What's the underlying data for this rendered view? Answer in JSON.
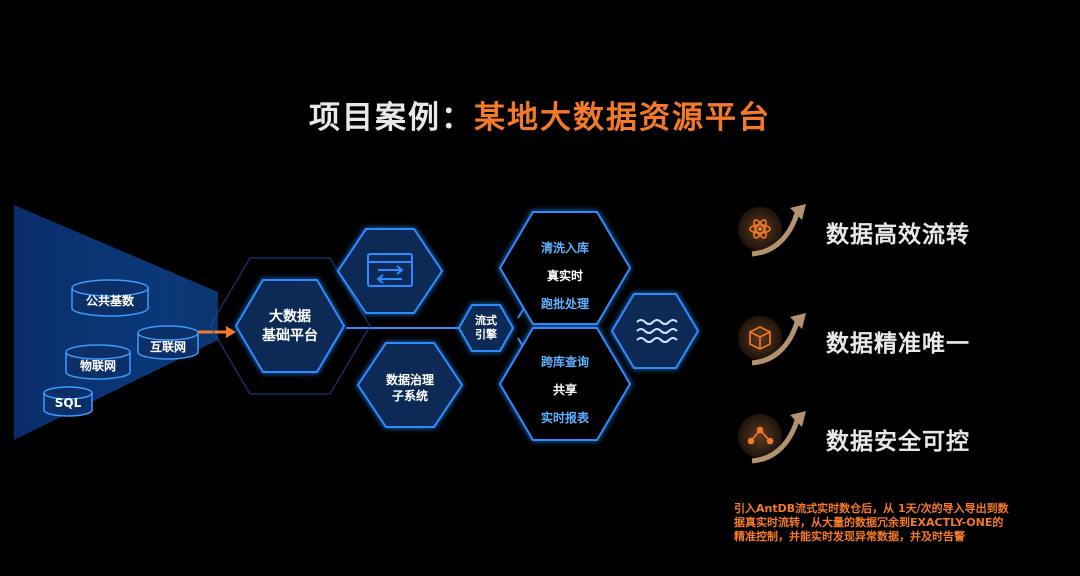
{
  "title": {
    "prefix": "项目案例：",
    "main": "某地大数据资源平台"
  },
  "sources": [
    {
      "label": "公共基数"
    },
    {
      "label": "互联网"
    },
    {
      "label": "物联网"
    },
    {
      "label": "SQL"
    }
  ],
  "platform_hex": {
    "line1": "大数据",
    "line2": "基础平台"
  },
  "transfer_hex": {
    "icon": "transfer-window-icon"
  },
  "governance_hex": {
    "line1": "数据治理",
    "line2": "子系统"
  },
  "engine_hex": {
    "line1": "流式",
    "line2": "引擎"
  },
  "clean_hex": {
    "line1": "清洗入库",
    "line2": "真实时",
    "line3": "跑批处理"
  },
  "query_hex": {
    "line1": "跨库查询",
    "line2": "共享",
    "line3": "实时报表"
  },
  "wave_hex": {
    "icon": "wave-icon"
  },
  "benefits": [
    {
      "label": "数据高效流转",
      "icon": "atom-icon"
    },
    {
      "label": "数据精准唯一",
      "icon": "cube-icon"
    },
    {
      "label": "数据安全可控",
      "icon": "network-node-icon"
    }
  ],
  "note": {
    "line1": "引入AntDB流式实时数仓后，从 1天/次的导入导出到数",
    "line2": "据真实时流转，从大量的数据冗余到EXACTLY-ONE的",
    "line3": "精准控制，并能实时发现异常数据，并及时告警"
  },
  "colors": {
    "accent": "#f47a2a",
    "hex_fill": "#0a2a56",
    "hex_stroke": "#2f8bff",
    "label_blue": "#5fb0ff"
  }
}
